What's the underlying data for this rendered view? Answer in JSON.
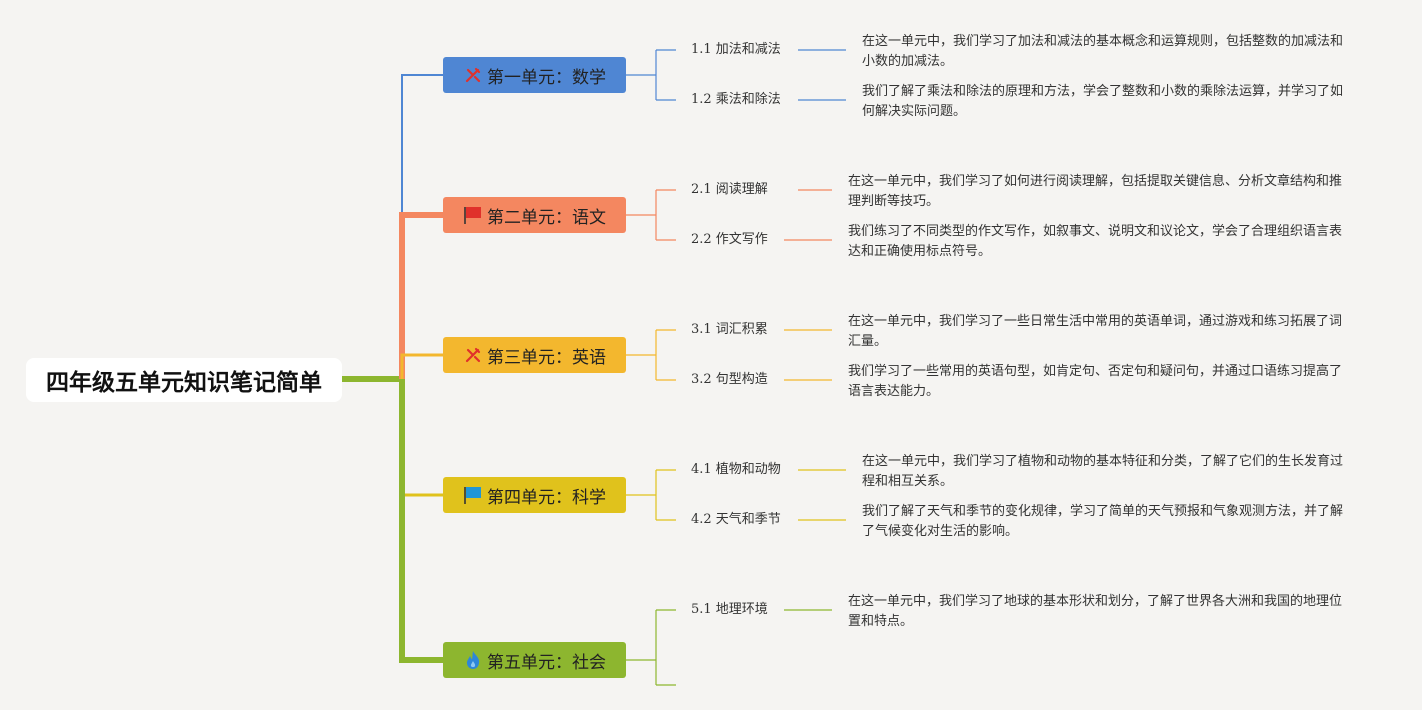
{
  "root": {
    "title": "四年级五单元知识笔记简单"
  },
  "units": [
    {
      "label": "第一单元：数学",
      "color": "#4f86d3",
      "line_color": "#4f86d3",
      "icon": "tools-icon",
      "icon_color": "#e0312b",
      "topics": [
        {
          "label": "1.1 加法和减法",
          "desc": "在这一单元中，我们学习了加法和减法的基本概念和运算规则，包括整数的加减法和小数的加减法。"
        },
        {
          "label": "1.2 乘法和除法",
          "desc": "我们了解了乘法和除法的原理和方法，学会了整数和小数的乘除法运算，并学习了如何解决实际问题。"
        }
      ]
    },
    {
      "label": "第二单元：语文",
      "color": "#f48760",
      "line_color": "#f48760",
      "icon": "flag-icon",
      "icon_color": "#e0312b",
      "topics": [
        {
          "label": "2.1 阅读理解",
          "desc": "在这一单元中，我们学习了如何进行阅读理解，包括提取关键信息、分析文章结构和推理判断等技巧。"
        },
        {
          "label": "2.2 作文写作",
          "desc": "我们练习了不同类型的作文写作，如叙事文、说明文和议论文，学会了合理组织语言表达和正确使用标点符号。"
        }
      ]
    },
    {
      "label": "第三单元：英语",
      "color": "#f3b72e",
      "line_color": "#f3b72e",
      "icon": "tools-icon",
      "icon_color": "#e0312b",
      "topics": [
        {
          "label": "3.1 词汇积累",
          "desc": "在这一单元中，我们学习了一些日常生活中常用的英语单词，通过游戏和练习拓展了词汇量。"
        },
        {
          "label": "3.2 句型构造",
          "desc": "我们学习了一些常用的英语句型，如肯定句、否定句和疑问句，并通过口语练习提高了语言表达能力。"
        }
      ]
    },
    {
      "label": "第四单元：科学",
      "color": "#e0c21c",
      "line_color": "#e0c21c",
      "icon": "flag-icon",
      "icon_color": "#2196d6",
      "topics": [
        {
          "label": "4.1 植物和动物",
          "desc": "在这一单元中，我们学习了植物和动物的基本特征和分类，了解了它们的生长发育过程和相互关系。"
        },
        {
          "label": "4.2 天气和季节",
          "desc": "我们了解了天气和季节的变化规律，学习了简单的天气预报和气象观测方法，并了解了气候变化对生活的影响。"
        }
      ]
    },
    {
      "label": "第五单元：社会",
      "color": "#8db62f",
      "line_color": "#8db62f",
      "icon": "flame-icon",
      "icon_color": "#2d86d9",
      "topics": [
        {
          "label": "5.1 地理环境",
          "desc": "在这一单元中，我们学习了地球的基本形状和划分，了解了世界各大洲和我国的地理位置和特点。"
        }
      ]
    }
  ]
}
